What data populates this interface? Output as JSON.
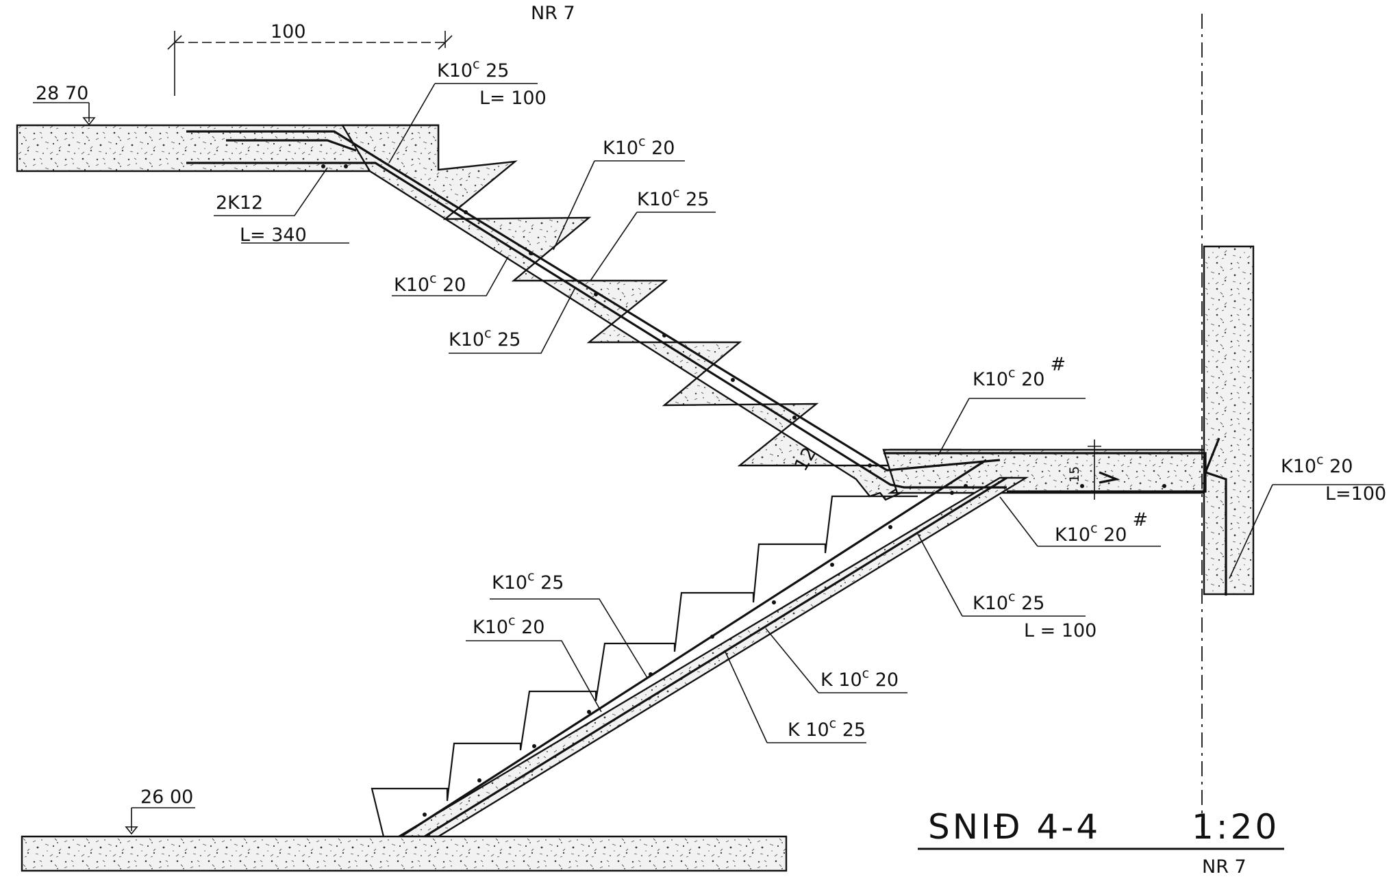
{
  "drawing": {
    "title": "SNIÐ  4-4",
    "scale": "1:20",
    "sheet_top": "NR  7",
    "sheet_bottom": "NR  7",
    "dimension_top": "100",
    "level_upper": "28 70",
    "level_lower": "26 00",
    "step_thickness": "12",
    "small_dim": "15"
  },
  "labels": {
    "l01": {
      "main": "K10",
      "sup": "c",
      "tail": " 25"
    },
    "l01b": "L= 100",
    "l02": {
      "main": "K10",
      "sup": "c",
      "tail": " 20"
    },
    "l03": {
      "main": "K10",
      "sup": "c",
      "tail": " 25"
    },
    "l04": "2K12",
    "l04b": "L=  340",
    "l05": {
      "main": "K10",
      "sup": "c",
      "tail": " 20"
    },
    "l06": {
      "main": "K10",
      "sup": "c",
      "tail": " 25"
    },
    "l07": {
      "main": "K10",
      "sup": "c",
      "tail": " 20",
      "hash": "#"
    },
    "l08": {
      "main": "K10",
      "sup": "c",
      "tail": " 20",
      "hash": "#"
    },
    "l09": {
      "main": "K10",
      "sup": "c",
      "tail": "  25"
    },
    "l09b": "L = 100",
    "l10": {
      "main": "K10",
      "sup": "c",
      "tail": " 20"
    },
    "l10b": "L=100",
    "l11": {
      "main": "K10",
      "sup": "c",
      "tail": "  25"
    },
    "l12": {
      "main": "K10",
      "sup": "c",
      "tail": " 20"
    },
    "l13": {
      "main": "K 10",
      "sup": "c",
      "tail": " 20"
    },
    "l14": {
      "main": "K 10",
      "sup": "c",
      "tail": " 25"
    }
  }
}
